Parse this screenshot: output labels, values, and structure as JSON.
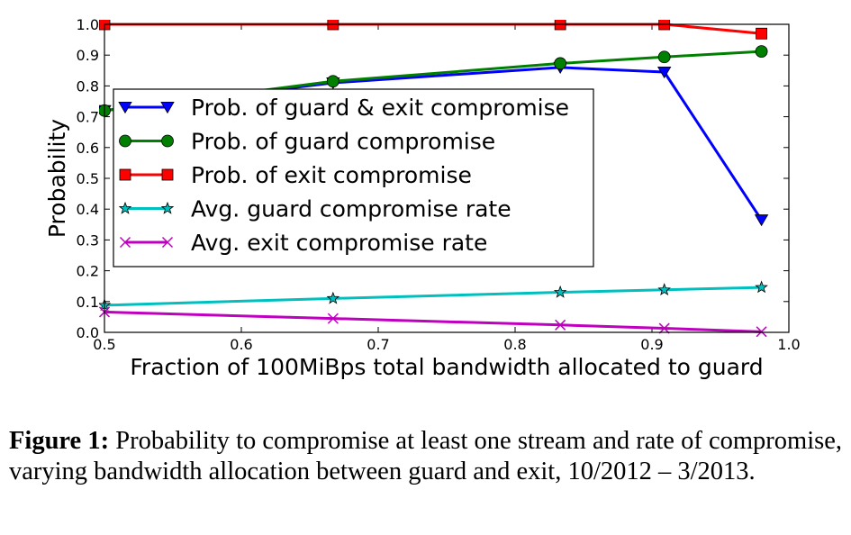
{
  "chart_data": {
    "type": "line",
    "title": "",
    "xlabel": "Fraction of 100MiBps total bandwidth allocated to guard",
    "ylabel": "Probability",
    "xlim": [
      0.5,
      1.0
    ],
    "ylim": [
      0.0,
      1.0
    ],
    "xticks": [
      "0.5",
      "0.6",
      "0.7",
      "0.8",
      "0.9",
      "1.0"
    ],
    "yticks": [
      "0.0",
      "0.1",
      "0.2",
      "0.3",
      "0.4",
      "0.5",
      "0.6",
      "0.7",
      "0.8",
      "0.9",
      "1.0"
    ],
    "grid": false,
    "legend_position": "upper-left",
    "series": [
      {
        "name": "Prob. of guard & exit compromise",
        "color": "#0000ff",
        "marker": "triangle-down",
        "x": [
          0.5,
          0.667,
          0.833,
          0.909,
          0.98
        ],
        "y": [
          0.72,
          0.81,
          0.86,
          0.845,
          0.365
        ]
      },
      {
        "name": "Prob. of guard compromise",
        "color": "#008000",
        "marker": "circle",
        "x": [
          0.5,
          0.667,
          0.833,
          0.909,
          0.98
        ],
        "y": [
          0.72,
          0.815,
          0.873,
          0.894,
          0.912
        ]
      },
      {
        "name": "Prob. of exit compromise",
        "color": "#ff0000",
        "marker": "square",
        "x": [
          0.5,
          0.667,
          0.833,
          0.909,
          0.98
        ],
        "y": [
          1.0,
          1.0,
          1.0,
          1.0,
          0.97
        ]
      },
      {
        "name": "Avg. guard compromise rate",
        "color": "#00bfbf",
        "marker": "star",
        "x": [
          0.5,
          0.667,
          0.833,
          0.909,
          0.98
        ],
        "y": [
          0.088,
          0.11,
          0.13,
          0.138,
          0.146
        ]
      },
      {
        "name": "Avg. exit compromise rate",
        "color": "#bf00bf",
        "marker": "x",
        "x": [
          0.5,
          0.667,
          0.833,
          0.909,
          0.98
        ],
        "y": [
          0.066,
          0.045,
          0.024,
          0.013,
          0.002
        ]
      }
    ]
  },
  "caption": {
    "label": "Figure 1:",
    "text": "Probability to compromise at least one stream and rate of compromise, varying bandwidth allocation between guard and exit, 10/2012 – 3/2013."
  }
}
